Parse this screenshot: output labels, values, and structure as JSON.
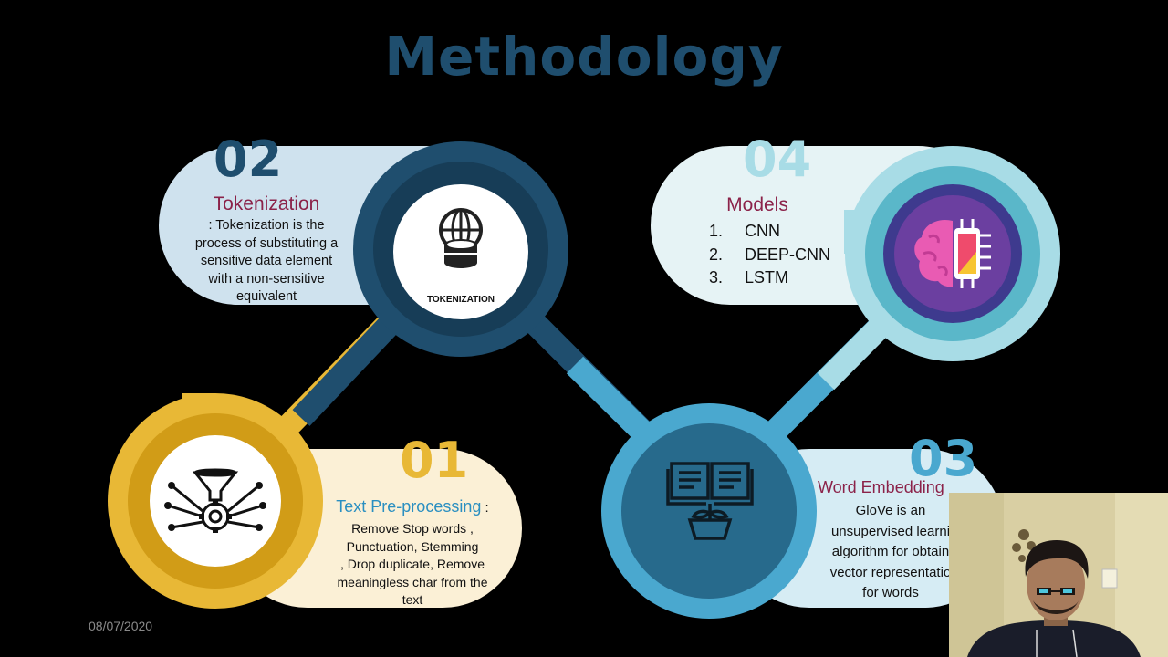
{
  "slide": {
    "title": "Methodology",
    "date": "08/07/2020"
  },
  "steps": [
    {
      "number": "01",
      "heading": "Text Pre-processing",
      "heading_suffix": " :",
      "lines": [
        "Remove Stop words ,",
        "Punctuation, Stemming",
        ",  Drop duplicate, Remove",
        "meaningless char from the",
        "text"
      ],
      "icon": "funnel-gear-network-icon",
      "color": "#e8b836"
    },
    {
      "number": "02",
      "heading": "Tokenization",
      "lines": [
        ": Tokenization is the",
        "process of substituting a",
        "sensitive data element",
        "with a non-sensitive",
        "equivalent"
      ],
      "icon": "globe-database-icon",
      "icon_caption": "TOKENIZATION",
      "color": "#1f4e6e"
    },
    {
      "number": "03",
      "heading": "Word Embedding",
      "lines": [
        "GloVe is an",
        "unsupervised learni",
        "algorithm for obtain",
        "vector representatio",
        "for words"
      ],
      "icon": "book-plant-icon",
      "color": "#4aa8cf"
    },
    {
      "number": "04",
      "heading": "Models",
      "models": [
        {
          "index": "1.",
          "name": "CNN"
        },
        {
          "index": "2.",
          "name": "DEEP-CNN"
        },
        {
          "index": "3.",
          "name": "LSTM"
        }
      ],
      "icon": "brain-chip-icon",
      "color": "#a8dce6"
    }
  ],
  "colors": {
    "background": "#000000",
    "title": "#1f4e6e",
    "heading": "#8b2249",
    "heading_blue": "#2a8fc1"
  },
  "webcam": {
    "icon": "presenter-webcam"
  }
}
